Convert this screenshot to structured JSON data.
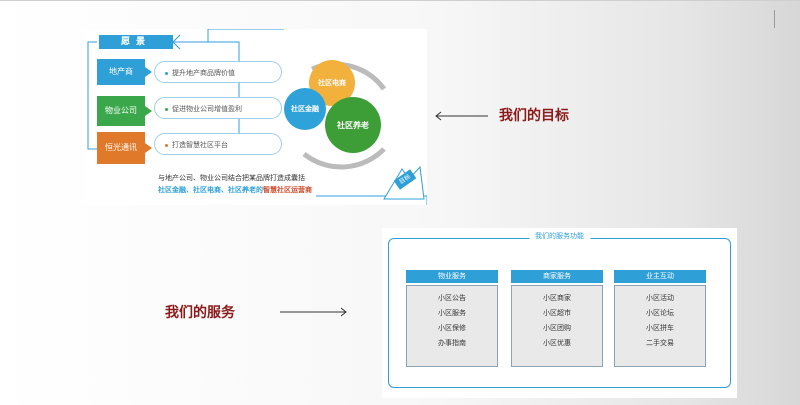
{
  "goals_diagram": {
    "vision": "愿景",
    "pillars": [
      {
        "tag": "地产商",
        "text": "提升地产商品牌价值"
      },
      {
        "tag": "物业公司",
        "text": "促进物业公司增值盈利"
      },
      {
        "tag": "恒光通讯",
        "text": "打造智慧社区平台"
      }
    ],
    "gears": {
      "commerce": "社区电商",
      "finance": "社区金融",
      "elderly": "社区养老"
    },
    "caption_line1": "与地产公司、物业公司结合把某品牌打造成囊括",
    "caption_line2_a": "社区金融、社区电商、社区养老的",
    "caption_line2_b": "智慧社区运营商",
    "target_tag": "目标"
  },
  "labels": {
    "goals": "我们的目标",
    "services": "我们的服务"
  },
  "services": {
    "title": "我们的服务功能",
    "columns": [
      {
        "header": "物业服务",
        "items": [
          "小区公告",
          "小区服务",
          "小区保修",
          "办事指南"
        ]
      },
      {
        "header": "商家服务",
        "items": [
          "小区商家",
          "小区超市",
          "小区团购",
          "小区优惠"
        ]
      },
      {
        "header": "业主互动",
        "items": [
          "小区活动",
          "小区论坛",
          "小区拼车",
          "二手交易"
        ]
      }
    ]
  },
  "colors": {
    "accent_blue": "#2f9fd8",
    "green": "#3aa84a",
    "orange": "#e07a2a",
    "label_red": "#8b1a1a"
  }
}
